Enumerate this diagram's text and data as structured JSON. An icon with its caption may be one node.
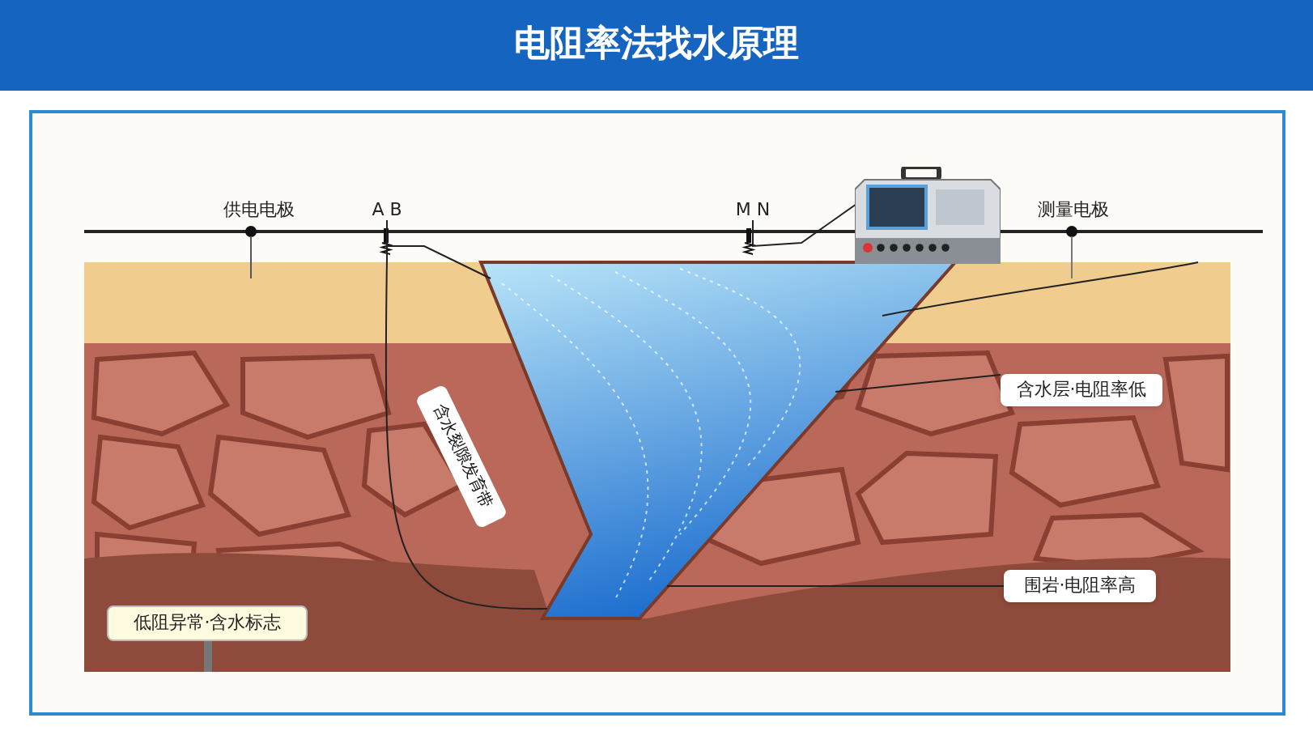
{
  "diagram": {
    "title": "电阻率法找水原理",
    "nodes": [
      {
        "text": [
          "供电电极"
        ]
      },
      {
        "text": [
          "A B"
        ]
      },
      {
        "text": [
          "M N"
        ]
      },
      {
        "text": [],
        "shape": "picture"
      },
      {
        "text": [
          "测量电极"
        ]
      },
      {
        "text": [],
        "shape": "triangle"
      },
      {
        "text": [
          "含水裂隙发育带"
        ]
      },
      {
        "text": [
          "含水层·电阻率低"
        ]
      },
      {
        "text": [
          "围岩·电阻率高"
        ]
      },
      {
        "text": [
          "低阻异常·含水标志"
        ]
      }
    ],
    "edges": [
      {
        "from": 1,
        "to": 5,
        "arrow": "none"
      },
      {
        "from": 2,
        "to": 3,
        "arrow": "none"
      },
      {
        "from": 7,
        "to": 5,
        "arrow": "none"
      },
      {
        "from": 8,
        "to": 5,
        "arrow": "none"
      },
      {
        "from": 1,
        "to": 5,
        "arrow": "none"
      }
    ]
  }
}
